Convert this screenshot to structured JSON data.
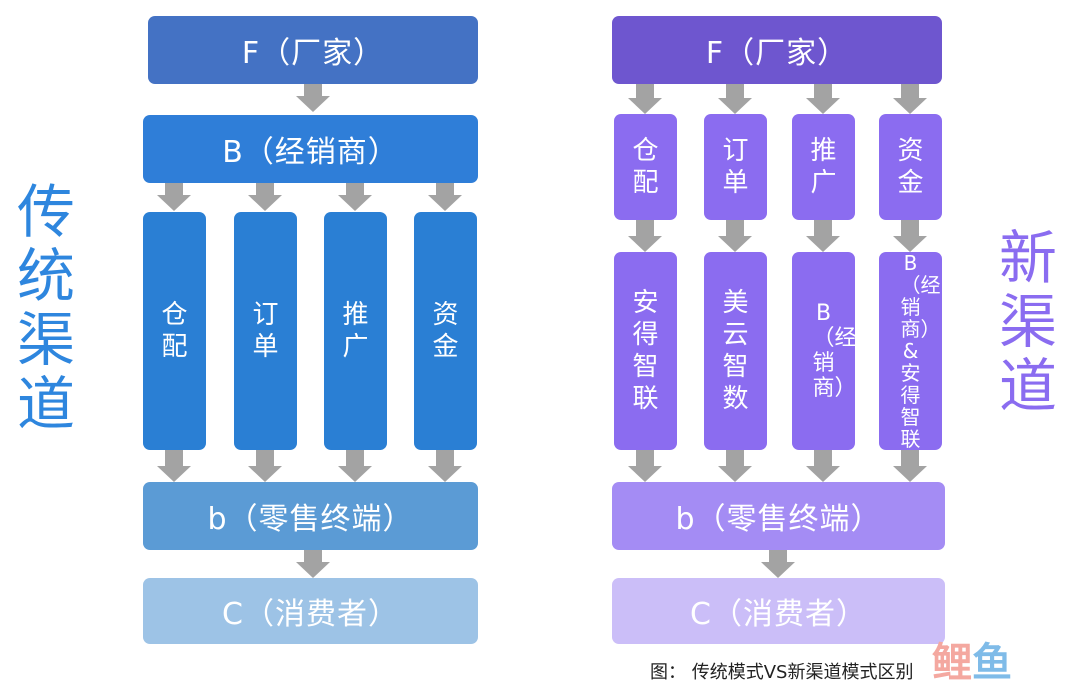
{
  "colors": {
    "left_top": "#4472c4",
    "left_b": "#2f7ed8",
    "left_col": "#2a7fd4",
    "left_retail": "#5b9bd5",
    "left_consumer": "#9dc3e6",
    "right_top": "#6e56cf",
    "right_col": "#8b6cf0",
    "right_retail": "#a48cf4",
    "right_consumer": "#cbbef8",
    "label_left": "#2e86de",
    "label_right": "#8a6cf0",
    "arrow": "#a3a3a3"
  },
  "left": {
    "label": "传统渠道",
    "manufacturer": "F（厂家）",
    "distributor": "B（经销商）",
    "columns": [
      "仓配",
      "订单",
      "推广",
      "资金"
    ],
    "retail": "b（零售终端）",
    "consumer": "C（消费者）"
  },
  "right": {
    "label": "新渠道",
    "manufacturer": "F（厂家）",
    "functions": [
      "仓配",
      "订单",
      "推广",
      "资金"
    ],
    "providers": [
      "安得智联",
      "美云智数",
      "B（经销商）",
      "B（经销商）& 安得智联"
    ],
    "retail": "b（零售终端）",
    "consumer": "C（消费者）"
  },
  "caption": "图：  传统模式VS新渠道模式区别",
  "logo": [
    "鲤",
    "鱼"
  ]
}
